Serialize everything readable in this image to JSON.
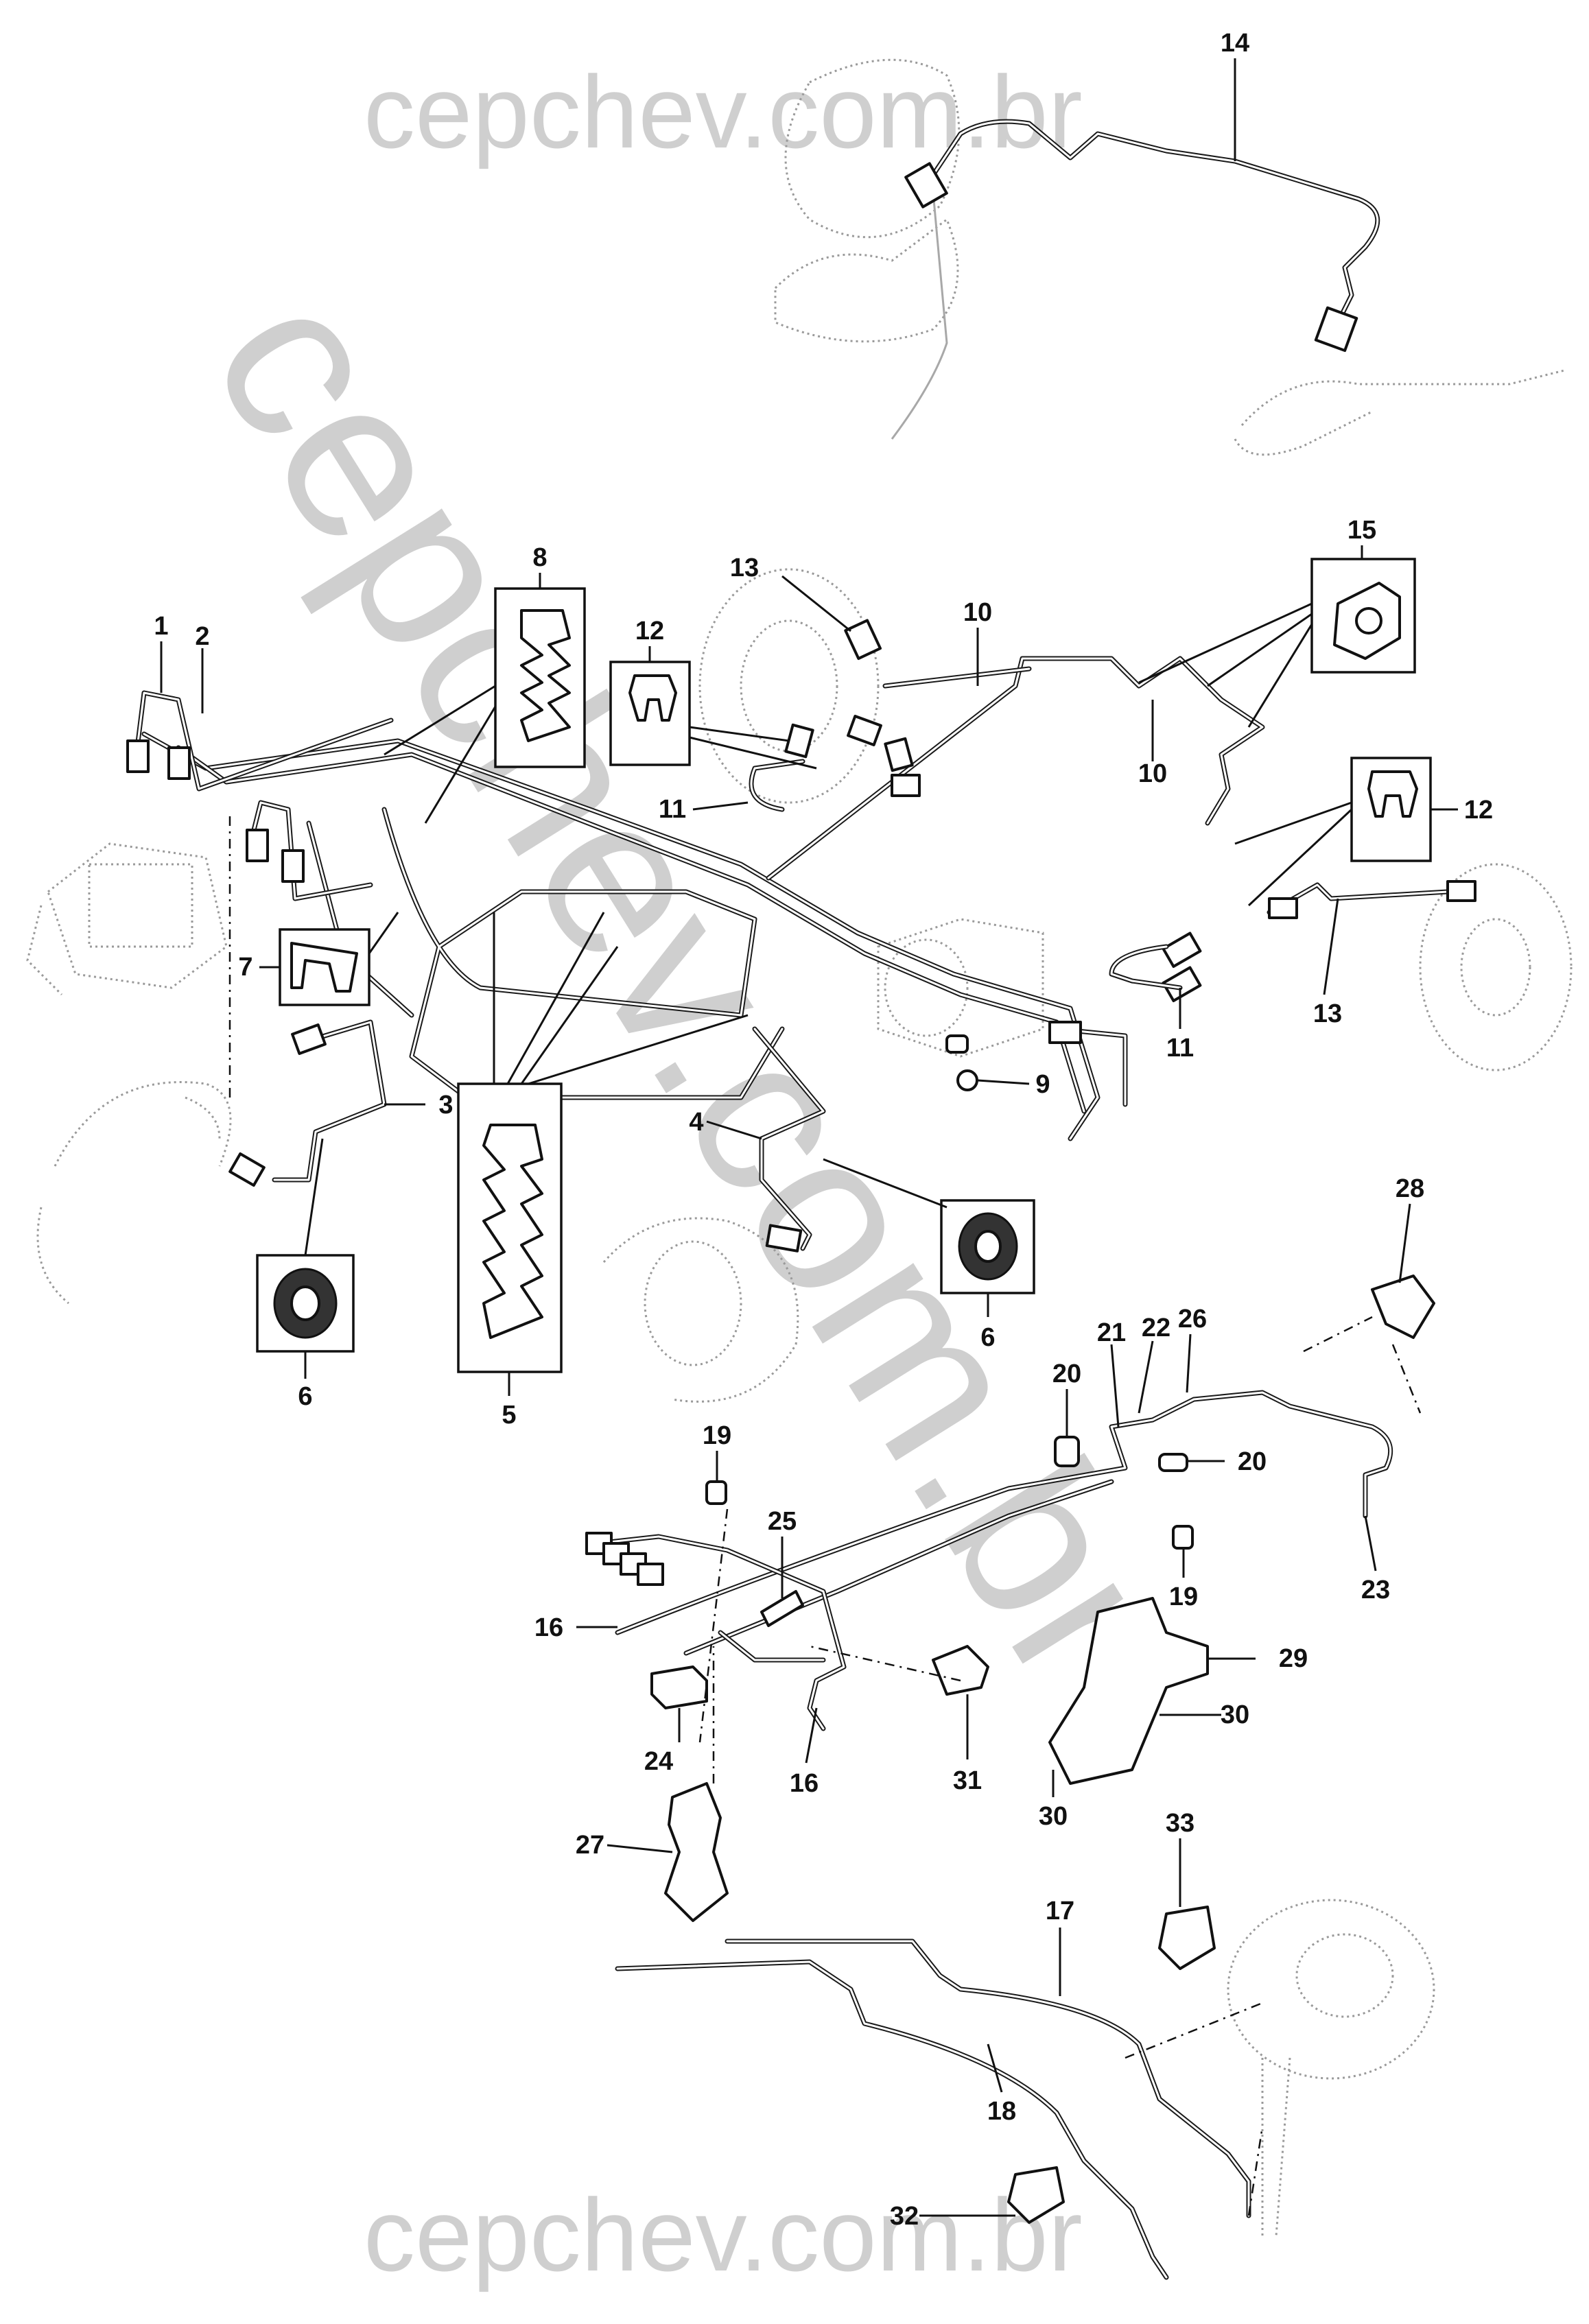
{
  "watermarks": [
    {
      "id": "top",
      "text": "cepchev.com.br"
    },
    {
      "id": "diagonal",
      "text": "cepchev.com.br"
    },
    {
      "id": "bottom",
      "text": "cepchev.com.br"
    }
  ],
  "callouts": {
    "c14": "14",
    "c15": "15",
    "c8": "8",
    "c13a": "13",
    "c10a": "10",
    "c1": "1",
    "c2": "2",
    "c12a": "12",
    "c10b": "10",
    "c11a": "11",
    "c12b": "12",
    "c7": "7",
    "c13b": "13",
    "c11b": "11",
    "c9": "9",
    "c3": "3",
    "c4": "4",
    "c6a": "6",
    "c6b": "6",
    "c5": "5",
    "c28": "28",
    "c26": "26",
    "c21": "21",
    "c22": "22",
    "c20a": "20",
    "c20b": "20",
    "c19a": "19",
    "c25": "25",
    "c19b": "19",
    "c23": "23",
    "c16a": "16",
    "c29": "29",
    "c30a": "30",
    "c24": "24",
    "c16b": "16",
    "c31": "31",
    "c30b": "30",
    "c33": "33",
    "c27": "27",
    "c17": "17",
    "c18": "18",
    "c32": "32"
  },
  "colors": {
    "ink": "#111111",
    "watermark": "#cfcfcf",
    "ghost": "#9a9a9a",
    "background": "#ffffff"
  }
}
